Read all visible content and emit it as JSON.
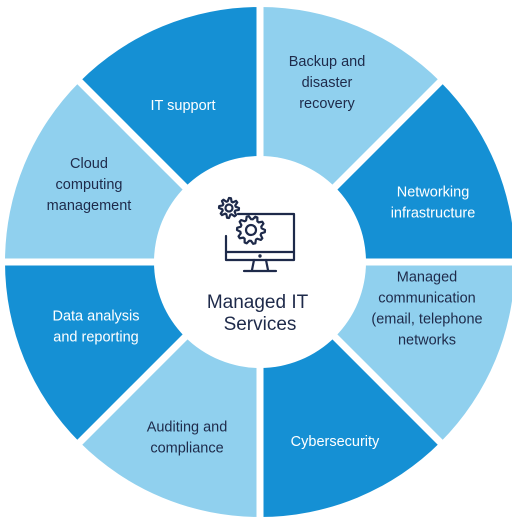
{
  "center": {
    "title_lines": [
      "Managed IT",
      "Services"
    ],
    "icon": "gears-monitor-icon"
  },
  "colors": {
    "dark_blue": "#1590d4",
    "light_blue": "#90d0ee",
    "dark_text": "#ffffff",
    "light_text": "#1e2a4a",
    "center_fill": "#ffffff",
    "icon_stroke": "#1e2a4a"
  },
  "segments": [
    {
      "id": "backup",
      "lines": [
        "Backup and",
        "disaster",
        "recovery"
      ],
      "tone": "light"
    },
    {
      "id": "networking",
      "lines": [
        "Networking",
        "infrastructure"
      ],
      "tone": "dark"
    },
    {
      "id": "communication",
      "lines": [
        "Managed",
        "communication",
        "(email, telephone",
        "networks"
      ],
      "tone": "light"
    },
    {
      "id": "cybersecurity",
      "lines": [
        "Cybersecurity"
      ],
      "tone": "dark"
    },
    {
      "id": "auditing",
      "lines": [
        "Auditing and",
        "compliance"
      ],
      "tone": "light"
    },
    {
      "id": "data-analysis",
      "lines": [
        "Data analysis",
        "and reporting"
      ],
      "tone": "dark"
    },
    {
      "id": "cloud",
      "lines": [
        "Cloud",
        "computing",
        "management"
      ],
      "tone": "light"
    },
    {
      "id": "it-support",
      "lines": [
        "IT support"
      ],
      "tone": "dark"
    }
  ]
}
